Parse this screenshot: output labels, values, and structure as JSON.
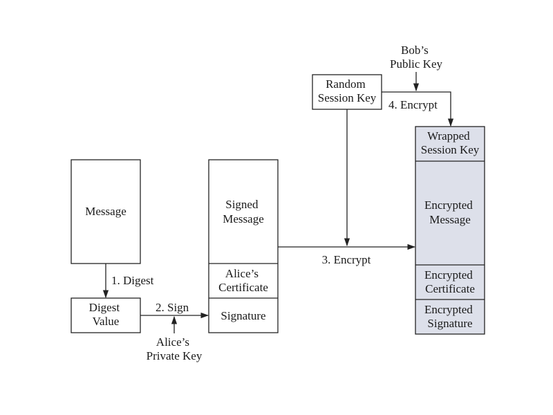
{
  "message": "Message",
  "digest_value": [
    "Digest",
    "Value"
  ],
  "step1": "1. Digest",
  "step2": "2. Sign",
  "alice_private_key": [
    "Alice’s",
    "Private Key"
  ],
  "signed_message": [
    "Signed",
    "Message"
  ],
  "alice_certificate": [
    "Alice’s",
    "Certificate"
  ],
  "signature": "Signature",
  "step3": "3. Encrypt",
  "random_session_key": [
    "Random",
    "Session Key"
  ],
  "bob_public_key": [
    "Bob’s",
    "Public Key"
  ],
  "step4": "4. Encrypt",
  "wrapped_session_key": [
    "Wrapped",
    "Session Key"
  ],
  "encrypted_message": [
    "Encrypted",
    "Message"
  ],
  "encrypted_certificate": [
    "Encrypted",
    "Certificate"
  ],
  "encrypted_signature": [
    "Encrypted",
    "Signature"
  ],
  "colors": {
    "shaded_fill": "#dde0ea",
    "stroke": "#222222"
  }
}
